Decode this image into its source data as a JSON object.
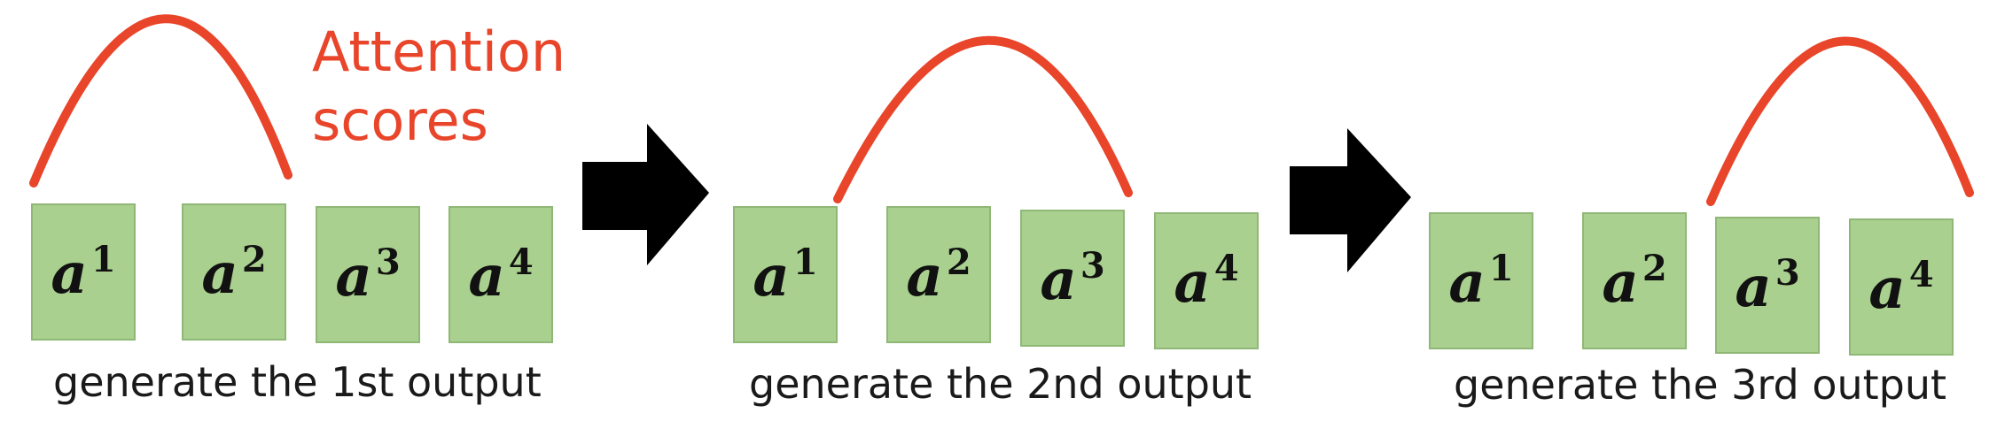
{
  "attention_label": {
    "line1": "Attention",
    "line2": "scores"
  },
  "stages": [
    {
      "vectors": [
        {
          "base": "a",
          "sup": "1"
        },
        {
          "base": "a",
          "sup": "2"
        },
        {
          "base": "a",
          "sup": "3"
        },
        {
          "base": "a",
          "sup": "4"
        }
      ],
      "caption": "generate the 1st output"
    },
    {
      "vectors": [
        {
          "base": "a",
          "sup": "1"
        },
        {
          "base": "a",
          "sup": "2"
        },
        {
          "base": "a",
          "sup": "3"
        },
        {
          "base": "a",
          "sup": "4"
        }
      ],
      "caption": "generate the 2nd output"
    },
    {
      "vectors": [
        {
          "base": "a",
          "sup": "1"
        },
        {
          "base": "a",
          "sup": "2"
        },
        {
          "base": "a",
          "sup": "3"
        },
        {
          "base": "a",
          "sup": "4"
        }
      ],
      "caption": "generate the 3rd output"
    }
  ],
  "colors": {
    "attention_curve": "#e8452a",
    "box_fill": "#a9d08e",
    "box_border": "#8fb776",
    "arrow": "#000000"
  }
}
